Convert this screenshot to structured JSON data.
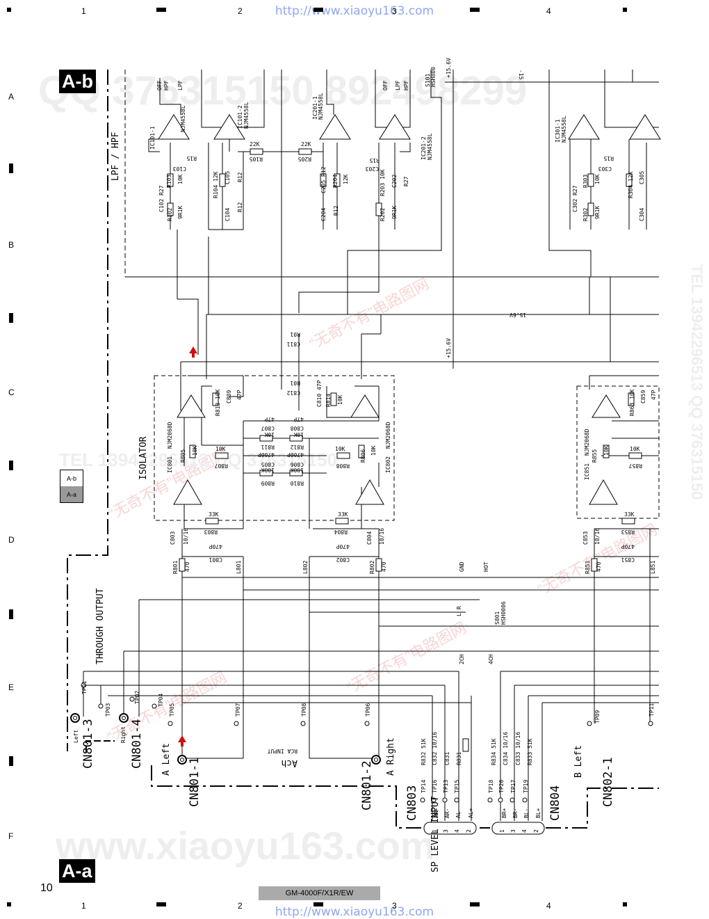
{
  "header": {
    "url_top": "http://www.xiaoyu163.com",
    "url_bottom": "http://www.xiaoyu163.com",
    "col_markers": [
      "1",
      "2",
      "3",
      "4"
    ],
    "row_markers": [
      "A",
      "B",
      "C",
      "D",
      "E",
      "F"
    ]
  },
  "footer": {
    "page_number": "10",
    "model": "GM-4000F/X1R/EW"
  },
  "section_tags": {
    "top": "A-b",
    "bottom": "A-a"
  },
  "mini_map": {
    "upper": "A-b",
    "lower": "A-a",
    "selected": "A-a"
  },
  "watermarks": {
    "qq_line": "QQ 376315150  892498299",
    "url_line": "www.xiaoyu163.com",
    "tel_line": "TEL 13942296513  QQ 376315150",
    "cn_line": "“无奇不有”电路图网"
  },
  "schematic": {
    "blocks": {
      "filter": "LPF / HPF",
      "isolator": "ISOLATOR",
      "through": "THROUGH OUTPUT",
      "sp_input": "SP LEVEL INPUT"
    },
    "ics": {
      "ic101_1": "IC101-1",
      "ic101_2": "IC101-2",
      "ic201_1": "IC201-1",
      "ic201_2": "IC201-2",
      "ic301_1": "IC301-1",
      "ic801": "IC801",
      "ic802": "IC802",
      "ic851": "IC851",
      "njm4558": "NJM4558L",
      "njm2068": "NJM2068D"
    },
    "switches": {
      "s101": "S101",
      "s801": "S801",
      "hsh800": "HSH800",
      "hsh0006": "HSH0006",
      "lpf": "LPF",
      "hpf": "HPF",
      "off": "OFF",
      "gnd": "GND",
      "hot": "HOT",
      "ch2": "2CH",
      "ch4": "4CH",
      "r": "R",
      "l": "L"
    },
    "rails": {
      "pos": "+15.6V",
      "neg": "-15.6V",
      "neg_top": "-15"
    },
    "connectors": {
      "cn801_1": "CN801-1",
      "cn801_2": "CN801-2",
      "cn801_3": "CN801-3",
      "cn801_4": "CN801-4",
      "cn802_1": "CN802-1",
      "cn803": "CN803",
      "cn804": "CN804",
      "a_left": "A Left",
      "a_right": "A Right",
      "b_left": "B Left",
      "left": "Left",
      "right": "Right",
      "ach": "Ach",
      "rca": "RCA INPUT"
    },
    "pins_803": [
      "AR+",
      "AR-",
      "AL-",
      "AL+"
    ],
    "pins_804": [
      "BR+",
      "BR-",
      "BL-",
      "BL+"
    ],
    "pin_nums": [
      "1",
      "3",
      "4",
      "2"
    ],
    "testpoints": [
      "TP01",
      "TP02",
      "TP03",
      "TP04",
      "TP05",
      "TP06",
      "TP07",
      "TP08",
      "TP09",
      "TP11",
      "TP13",
      "TP14",
      "TP15",
      "TP16",
      "TP17",
      "TP18",
      "TP19",
      "TP20"
    ],
    "parts": {
      "r102": "R102",
      "r103": "R103",
      "r104": "R104 12K",
      "r105": "R105",
      "r202": "R202",
      "r203": "R203 10K",
      "r204": "R204",
      "r205": "R205",
      "r302": "R302",
      "r303": "R303",
      "r304": "R304 12K",
      "c102": "C102 R27",
      "c103": "C103",
      "c104": "C104",
      "c105": "C105",
      "c202": "C202",
      "c203": "C203",
      "c204": "C204",
      "c205": "C205 R12",
      "c302": "C302 R27",
      "c303": "C303",
      "c304": "C304",
      "c305": "C305",
      "r801": "R801",
      "r802": "R802",
      "r803": "R803",
      "r804": "R804",
      "r805": "R805",
      "r806": "R806",
      "r807": "R807",
      "r808": "R808",
      "r809": "R809",
      "r810": "R810",
      "r811": "R811",
      "r812": "R812",
      "r813": "R813 10K",
      "r814": "R814",
      "r851": "R851",
      "r853": "R853",
      "r855": "R855",
      "r857": "R857",
      "r863": "R863 10K",
      "c801": "C801",
      "c802": "C802",
      "c803": "C803",
      "c804": "C804",
      "c805": "C805",
      "c806": "C806",
      "c807": "C807",
      "c808": "C808",
      "c809": "C809",
      "c810": "C810 47P",
      "c811": "C811",
      "c812": "C812",
      "c851": "C851",
      "c853": "C853",
      "c859": "C859",
      "l801": "L801",
      "l802": "L802",
      "l851": "L851",
      "r831": "R831",
      "r832": "R832 51K",
      "r833": "R833 51K",
      "r834": "R834 51K",
      "c831": "C831",
      "c832": "C832 10/16",
      "c833": "C833 10/16",
      "c834": "C834 10/16",
      "r01": "R01"
    },
    "values": {
      "v9r1k": "9R1K",
      "v10k": "10K",
      "v12k": "12K",
      "v22k": "22K",
      "v33k": "33K",
      "v100k": "100K",
      "v47p": "47P",
      "v470p": "470P",
      "v4700p": "4700P",
      "v470": "470",
      "v1016": "10/16",
      "vr12": "R12",
      "vr15": "R15",
      "vr27": "R27"
    }
  }
}
